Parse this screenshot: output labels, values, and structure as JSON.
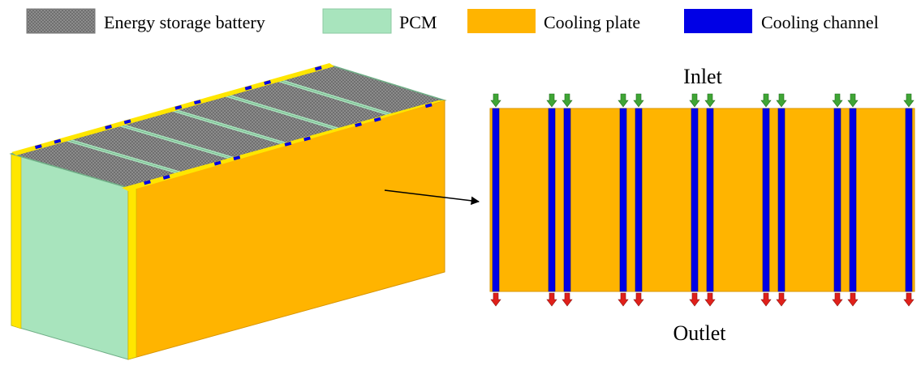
{
  "legend": {
    "items": [
      {
        "key": "battery",
        "label": "Energy storage battery",
        "color": "#8a8a8a",
        "pattern": "checker"
      },
      {
        "key": "pcm",
        "label": "PCM",
        "color": "#a8e4bd"
      },
      {
        "key": "plate",
        "label": "Cooling plate",
        "color": "#ffb400"
      },
      {
        "key": "channel",
        "label": "Cooling channel",
        "color": "#0000e6"
      }
    ]
  },
  "plate_view": {
    "inlet_label": "Inlet",
    "outlet_label": "Outlet",
    "channel_count": 12,
    "inlet_arrow_color": "#3fa535",
    "outlet_arrow_color": "#e0201a",
    "channel_color": "#0000e6",
    "plate_color": "#ffb400"
  },
  "module": {
    "battery_cells": 6,
    "plate_color": "#ffb400",
    "pcm_color": "#a8e4bd",
    "edge_color": "#ffe600"
  }
}
